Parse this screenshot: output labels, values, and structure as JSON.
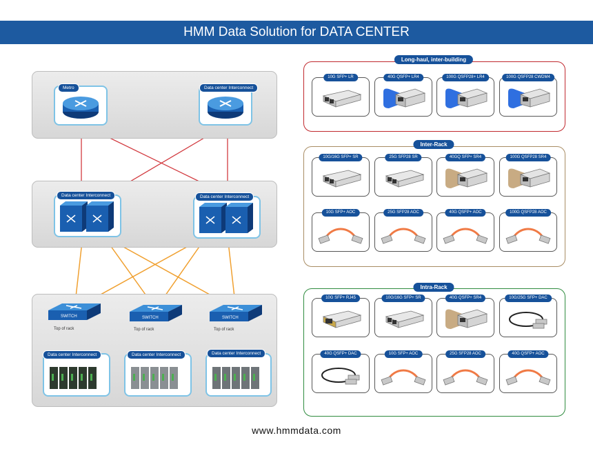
{
  "title": "HMM Data Solution for DATA CENTER",
  "footer": "www.hmmdata.com",
  "colors": {
    "banner": "#1d5aa0",
    "red": "#c0282d",
    "tan": "#a88c63",
    "green": "#2e8b3e",
    "tag": "#16519a",
    "orange": "#f0a030"
  },
  "network": {
    "core": [
      "Metro",
      "Data center Interconnect"
    ],
    "spine": [
      "Data center Interconnect",
      "Data center Interconnect"
    ],
    "switches": [
      {
        "icon_text": "SWITCH",
        "caption": "Top of rack"
      },
      {
        "icon_text": "SWITCH",
        "caption": "Top of rack"
      },
      {
        "icon_text": "SWITCH",
        "caption": "Top of rack"
      }
    ],
    "racks": [
      "Data center Interconnect",
      "Data center Interconnect",
      "Data center Interconnect"
    ]
  },
  "groups": [
    {
      "title": "Long-haul, inter-building",
      "items": [
        {
          "label": "10G SFP+ LR",
          "kind": "sfp"
        },
        {
          "label": "40G QSFP+ LR4",
          "kind": "qsfp-blue"
        },
        {
          "label": "100G QSFP28+ LR4",
          "kind": "qsfp-blue"
        },
        {
          "label": "100G QSFP28 CWDM4",
          "kind": "qsfp-blue"
        }
      ]
    },
    {
      "title": "Inter-Rack",
      "items": [
        {
          "label": "10G/16G SFP+ SR",
          "kind": "sfp"
        },
        {
          "label": "25G SFP28 SR",
          "kind": "sfp"
        },
        {
          "label": "40GQ SFP+ SR4",
          "kind": "qsfp-tan"
        },
        {
          "label": "100G QSFP28 SR4",
          "kind": "qsfp-tan"
        },
        {
          "label": "10G SFP+ AOC",
          "kind": "aoc"
        },
        {
          "label": "25G SFP28 AOC",
          "kind": "aoc"
        },
        {
          "label": "40G QSFP+ AOC",
          "kind": "aoc"
        },
        {
          "label": "100G QSFP28 AOC",
          "kind": "aoc"
        }
      ]
    },
    {
      "title": "Intra-Rack",
      "items": [
        {
          "label": "10G SFP+ RJ45",
          "kind": "rj45"
        },
        {
          "label": "10G/16G SFP+ SR",
          "kind": "sfp"
        },
        {
          "label": "40G QSFP+ SR4",
          "kind": "qsfp-tan"
        },
        {
          "label": "10G/25G SFP+ DAC",
          "kind": "dac"
        },
        {
          "label": "40G QSFP+ DAC",
          "kind": "dac"
        },
        {
          "label": "10G SFP+ AOC",
          "kind": "aoc"
        },
        {
          "label": "25G SFP28 AOC",
          "kind": "aoc"
        },
        {
          "label": "40G QSFP+ AOC",
          "kind": "aoc"
        }
      ]
    }
  ]
}
